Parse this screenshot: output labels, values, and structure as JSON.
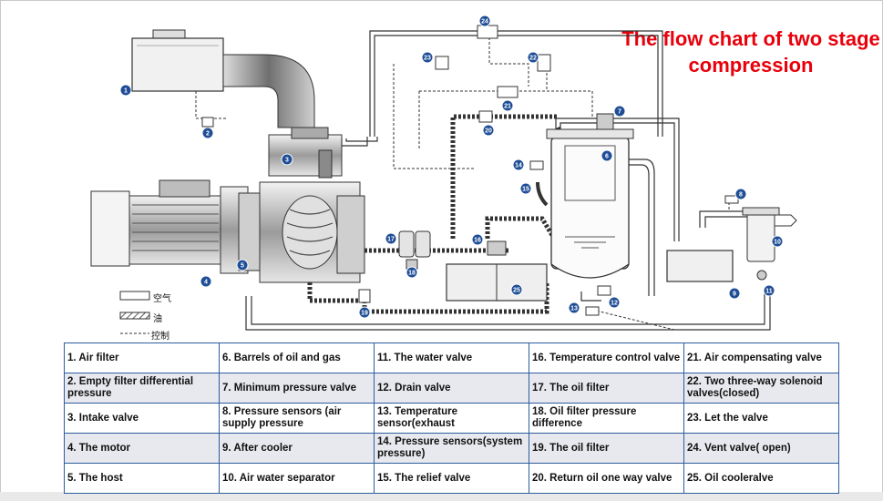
{
  "title": "The flow chart of two stage compression",
  "legend": [
    {
      "label": "空气"
    },
    {
      "label": "油"
    },
    {
      "label": "控制"
    }
  ],
  "callouts": [
    "1",
    "2",
    "3",
    "4",
    "5",
    "6",
    "7",
    "8",
    "9",
    "10",
    "11",
    "12",
    "13",
    "14",
    "15",
    "16",
    "17",
    "18",
    "19",
    "20",
    "21",
    "22",
    "23",
    "24",
    "25"
  ],
  "parts_table": [
    [
      "1. Air filter",
      "6. Barrels of oil and gas",
      "11. The water valve",
      "16. Temperature control valve",
      "21. Air compensating valve"
    ],
    [
      "2. Empty filter differential pressure",
      "7. Minimum pressure valve",
      "12. Drain valve",
      "17. The oil filter",
      "22. Two three-way solenoid valves(closed)"
    ],
    [
      "3. Intake valve",
      "8. Pressure sensors (air supply pressure",
      "13. Temperature sensor(exhaust",
      "18. Oil filter pressure difference",
      "23. Let the valve"
    ],
    [
      "4. The motor",
      "9. After cooler",
      "14. Pressure sensors(system pressure)",
      "19. The oil filter",
      "24. Vent valve( open)"
    ],
    [
      "5. The host",
      "10. Air water separator",
      "15. The relief valve",
      "20. Return oil one way valve",
      "25. Oil cooleralve"
    ]
  ],
  "colors": {
    "title": "#e8000b",
    "callout": "#1f4e96",
    "table_border": "#2d5c9e"
  }
}
